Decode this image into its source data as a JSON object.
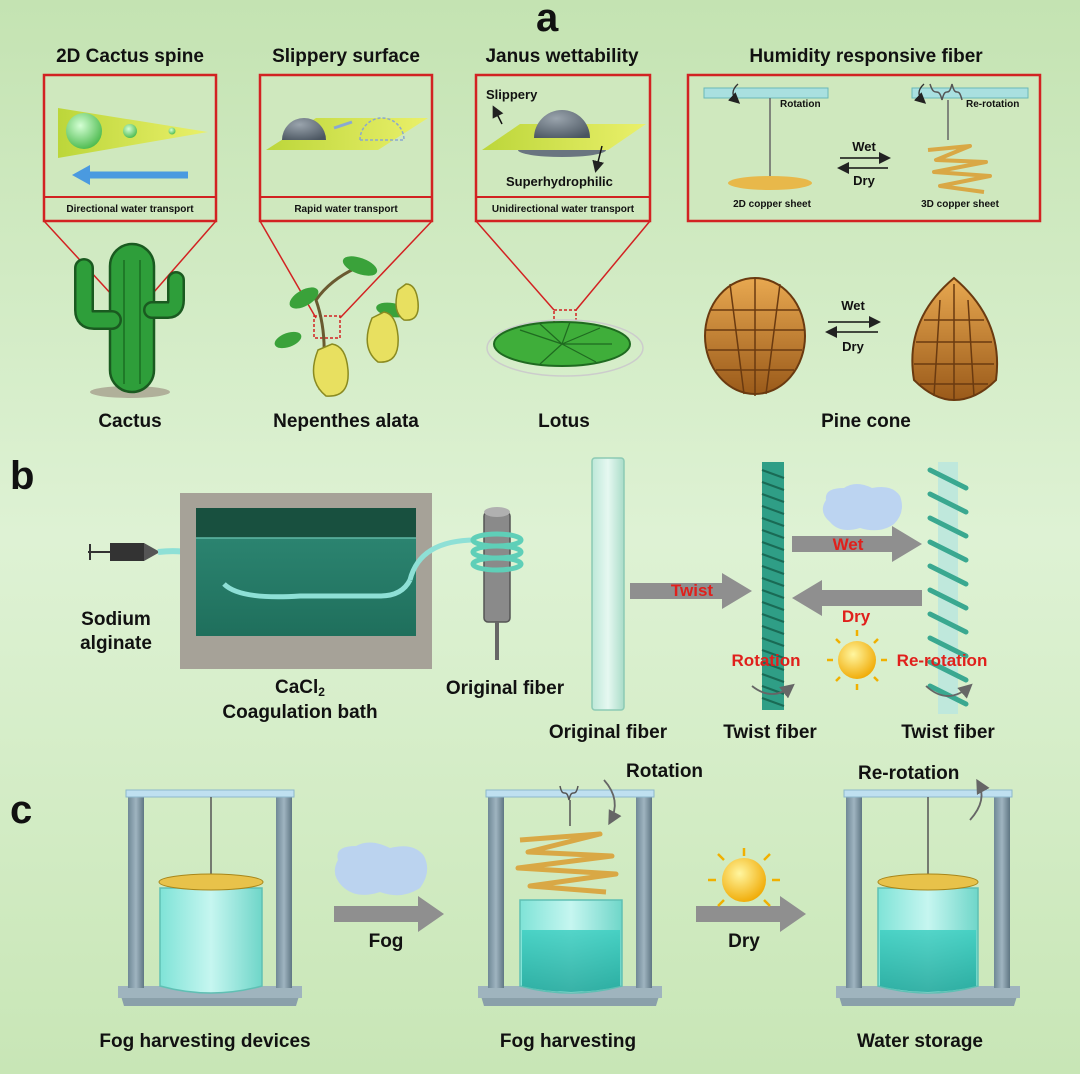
{
  "panels": {
    "a": {
      "letter": "a",
      "titles": [
        "2D Cactus spine",
        "Slippery surface",
        "Janus wettability",
        "Humidity responsive fiber"
      ],
      "captions": [
        "Directional water transport",
        "Rapid water transport",
        "Unidirectional water transport"
      ],
      "janus_labels": {
        "top": "Slippery",
        "bottom": "Superhydrophilic"
      },
      "fiber_box": {
        "rotation": "Rotation",
        "rerotation": "Re-rotation",
        "wet": "Wet",
        "dry": "Dry",
        "sheet_2d": "2D copper sheet",
        "sheet_3d": "3D copper sheet"
      },
      "organisms": [
        "Cactus",
        "Nepenthes alata",
        "Lotus",
        "Pine cone"
      ],
      "pine_wet": "Wet",
      "pine_dry": "Dry"
    },
    "b": {
      "letter": "b",
      "sodium": [
        "Sodium",
        "alginate"
      ],
      "bath_formula": "CaCl",
      "bath_subscript": "2",
      "bath_name": "Coagulation bath",
      "original_fiber_spool": "Original fiber",
      "original_fiber": "Original fiber",
      "twist": "Twist",
      "wet": "Wet",
      "dry": "Dry",
      "rotation": "Rotation",
      "rerotation": "Re-rotation",
      "twist_fiber_1": "Twist fiber",
      "twist_fiber_2": "Twist fiber"
    },
    "c": {
      "letter": "c",
      "rotation": "Rotation",
      "rerotation": "Re-rotation",
      "fog": "Fog",
      "dry": "Dry",
      "devices": [
        "Fog harvesting devices",
        "Fog harvesting",
        "Water storage"
      ]
    }
  },
  "colors": {
    "background": "#c8e6b6",
    "box_border": "#d22222",
    "accent_text": "#e0201c",
    "cactus": "#2e9e3a",
    "water": "#3fc6b8",
    "copper": "#e8b84a",
    "arrow": "#8f8f8f"
  }
}
